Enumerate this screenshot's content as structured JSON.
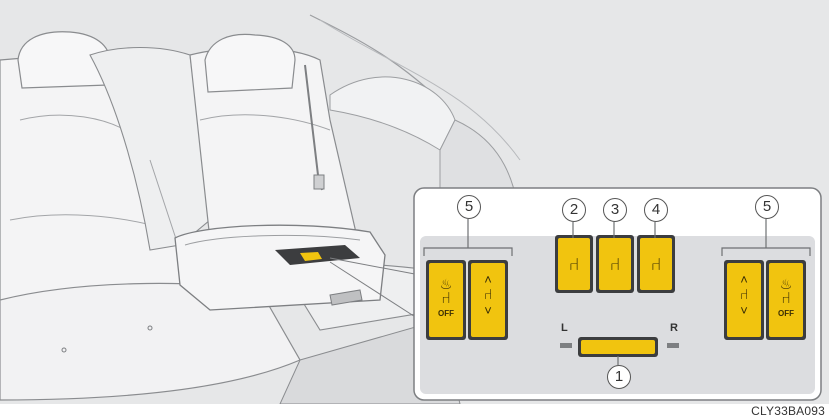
{
  "figure_code": "CLY33BA093",
  "callouts": {
    "left_group": "5",
    "driver_seat": "2",
    "middle": "3",
    "right_group": "4",
    "right_side": "5",
    "bottom_button": "1"
  },
  "panel_labels": {
    "left_indicator": "L",
    "right_indicator": "R"
  },
  "switches": {
    "heater_off_left": "OFF",
    "heater_off_right": "OFF"
  },
  "colors": {
    "button_yellow": "#f1c40f",
    "panel_bg": "#dcdde0",
    "illustration_bg": "#e6e7e8",
    "line": "#8a8c8f"
  },
  "icons": {
    "heater": "seat-heater-icon",
    "recline": "seat-recline-icon",
    "lumbar": "seat-lumbar-icon",
    "headrest": "seat-headrest-icon",
    "up": "chevron-up-icon",
    "down": "chevron-down-icon"
  }
}
